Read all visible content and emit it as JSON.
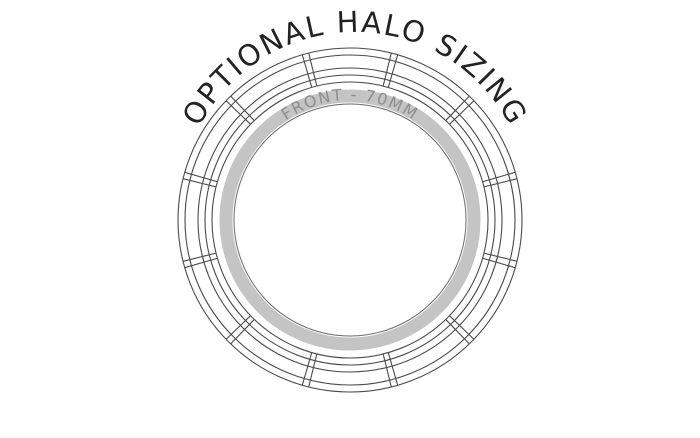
{
  "title": "OPTIONAL HALO SIZING",
  "band_label": "FRONT - 70MM",
  "colors": {
    "background": "#ffffff",
    "outline": "#4a4a4a",
    "halo_band": "#c4c4c4",
    "band_text": "#8e8e8e",
    "title_text": "#222222"
  },
  "outer_ring": {
    "segment_count": 12
  }
}
